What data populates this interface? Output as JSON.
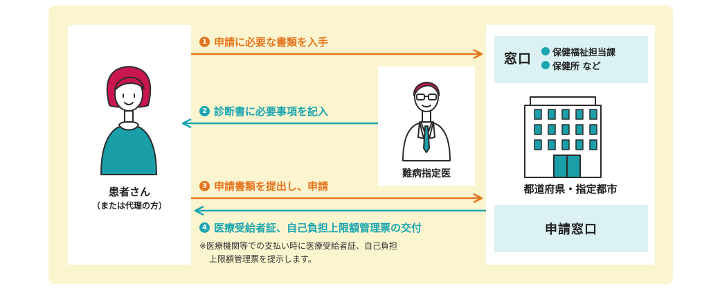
{
  "patient": {
    "label": "患者さん",
    "sublabel": "（または代理の方）"
  },
  "doctor": {
    "label": "難病指定医"
  },
  "office": {
    "window_title": "窓口",
    "window_items": [
      "保健福祉担当課",
      "保健所 など"
    ],
    "label": "都道府県・指定都市",
    "apply_label": "申請窓口"
  },
  "steps": [
    {
      "num": "1",
      "text": "申請に必要な書類を入手"
    },
    {
      "num": "2",
      "text": "診断書に必要事項を記入"
    },
    {
      "num": "3",
      "text": "申請書類を提出し、申請"
    },
    {
      "num": "4",
      "text": "医療受給者証、自己負担上限額管理票の交付"
    }
  ],
  "note": {
    "line1": "※医療機関等での支払い時に医療受給者証、自己負担",
    "line2": "上限額管理票を提示します。"
  },
  "colors": {
    "orange": "#e5741e",
    "teal": "#1aa5b0",
    "panel": "#fbf5cf",
    "light_teal": "#dcf1f3",
    "magenta": "#c8174f"
  },
  "icons": [
    "patient-woman-icon",
    "doctor-man-icon",
    "office-building-icon"
  ]
}
